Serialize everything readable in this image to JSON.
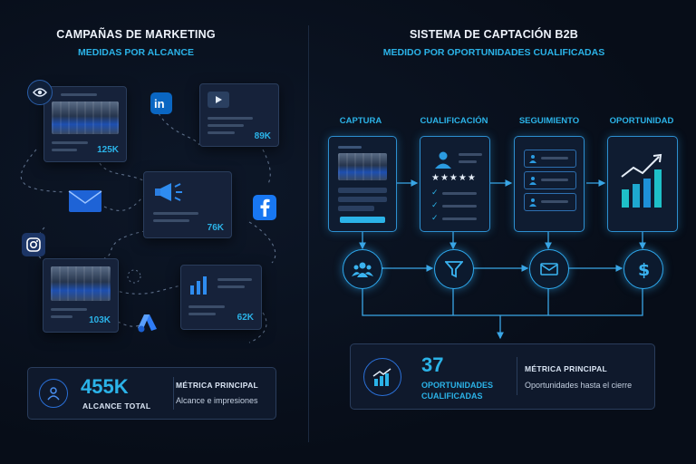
{
  "left": {
    "title": "CAMPAÑAS DE MARKETING",
    "subtitle": "MEDIDAS POR ALCANCE",
    "cards": [
      {
        "metric": "125K"
      },
      {
        "metric": "89K"
      },
      {
        "metric": "76K"
      },
      {
        "metric": "103K"
      },
      {
        "metric": "62K"
      }
    ],
    "social_icons": [
      "eye-icon",
      "linkedin-icon",
      "email-icon",
      "facebook-icon",
      "instagram-icon",
      "google-ads-icon"
    ],
    "summary": {
      "value": "455K",
      "value_label": "ALCANCE TOTAL",
      "metric_title": "MÉTRICA PRINCIPAL",
      "metric_desc": "Alcance e impresiones"
    }
  },
  "right": {
    "title": "SISTEMA DE CAPTACIÓN B2B",
    "subtitle": "MEDIDO POR OPORTUNIDADES CUALIFICADAS",
    "stages": [
      {
        "label": "CAPTURA",
        "icon": "team-icon"
      },
      {
        "label": "CUALIFICACIÓN",
        "icon": "filter-icon"
      },
      {
        "label": "SEGUIMIENTO",
        "icon": "email-icon"
      },
      {
        "label": "OPORTUNIDAD",
        "icon": "dollar-icon"
      }
    ],
    "summary": {
      "value": "37",
      "value_label_1": "OPORTUNIDADES",
      "value_label_2": "CUALIFICADAS",
      "metric_title": "MÉTRICA PRINCIPAL",
      "metric_desc": "Oportunidades hasta el cierre"
    }
  },
  "colors": {
    "accent": "#2bb3e8",
    "background": "#070d18",
    "card": "#16223a"
  }
}
